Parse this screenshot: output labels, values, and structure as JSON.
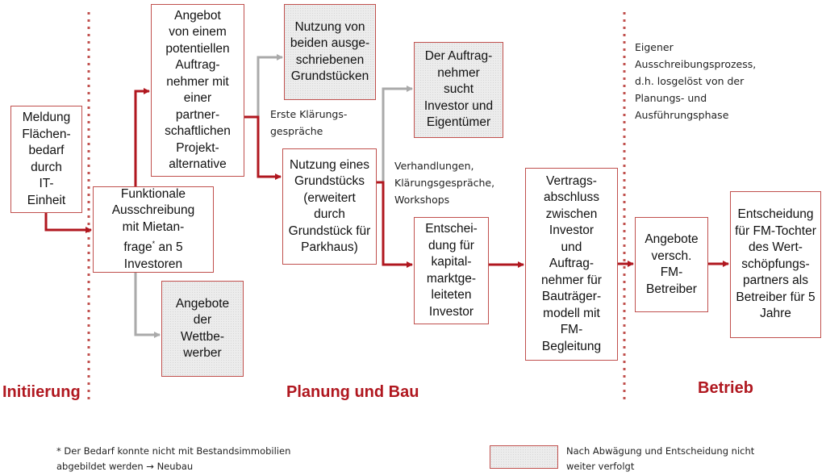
{
  "colors": {
    "accent": "#b0171f",
    "border": "#c0504d",
    "inactive_arrow": "#aaaaaa"
  },
  "boxes": {
    "meldung": "Meldung\nFlächen-\nbedarf\ndurch\nIT-\nEinheit",
    "angebot_partner": "Angebot\nvon einem\npotentiellen\nAuftrag-\nnehmer mit\neiner\npartner-\nschaftlichen\nProjekt-\nalternative",
    "nutzung_beide": "Nutzung von\nbeiden ausge-\nschriebenen\nGrundstücken",
    "auftragnehmer_sucht": "Der Auftrag-\nnehmer\nsucht\nInvestor und\nEigentümer",
    "funktionale_ausschreibung_pre": "Funktionale\nAusschreibung\nmit Mietan-\nfrage",
    "funktionale_ausschreibung_sup": "*",
    "funktionale_ausschreibung_post": " an 5\nInvestoren",
    "nutzung_eines": "Nutzung eines\nGrundstücks\n(erweitert\ndurch\nGrundstück für\nParkhaus)",
    "angebote_wettbewerber": "Angebote\nder\nWettbe-\nwerber",
    "entscheidung_investor": "Entschei-\ndung für\nkapital-\nmarktge-\nleiteten\nInvestor",
    "vertragsabschluss": "Vertrags-\nabschluss\nzwischen\nInvestor\nund\nAuftrag-\nnehmer für\nBauträger-\nmodell mit\nFM-\nBegleitung",
    "angebote_fm": "Angebote\nversch.\nFM-\nBetreiber",
    "entscheidung_fm": "Entscheidung\nfür FM-Tochter\ndes Wert-\nschöpfungs-\npartners als\nBetreiber für 5\nJahre"
  },
  "notes": {
    "erste_klaerung": "Erste Klärungs-\n   gespräche",
    "verhandlungen": "Verhandlungen,\nKlärungsgespräche,\nWorkshops",
    "eigener_prozess": "Eigener\nAusschreibungsprozess,\nd.h. losgelöst von der\nPlanungs- und\nAusführungsphase"
  },
  "phases": {
    "initiierung": "Initiierung",
    "planung": "Planung und Bau",
    "betrieb": "Betrieb"
  },
  "footnote": {
    "text": "* Der Bedarf konnte nicht mit Bestandsimmobilien\n   abgebildet werden → Neubau"
  },
  "legend": {
    "text": "Nach Abwägung und Entscheidung nicht\nweiter verfolgt"
  }
}
